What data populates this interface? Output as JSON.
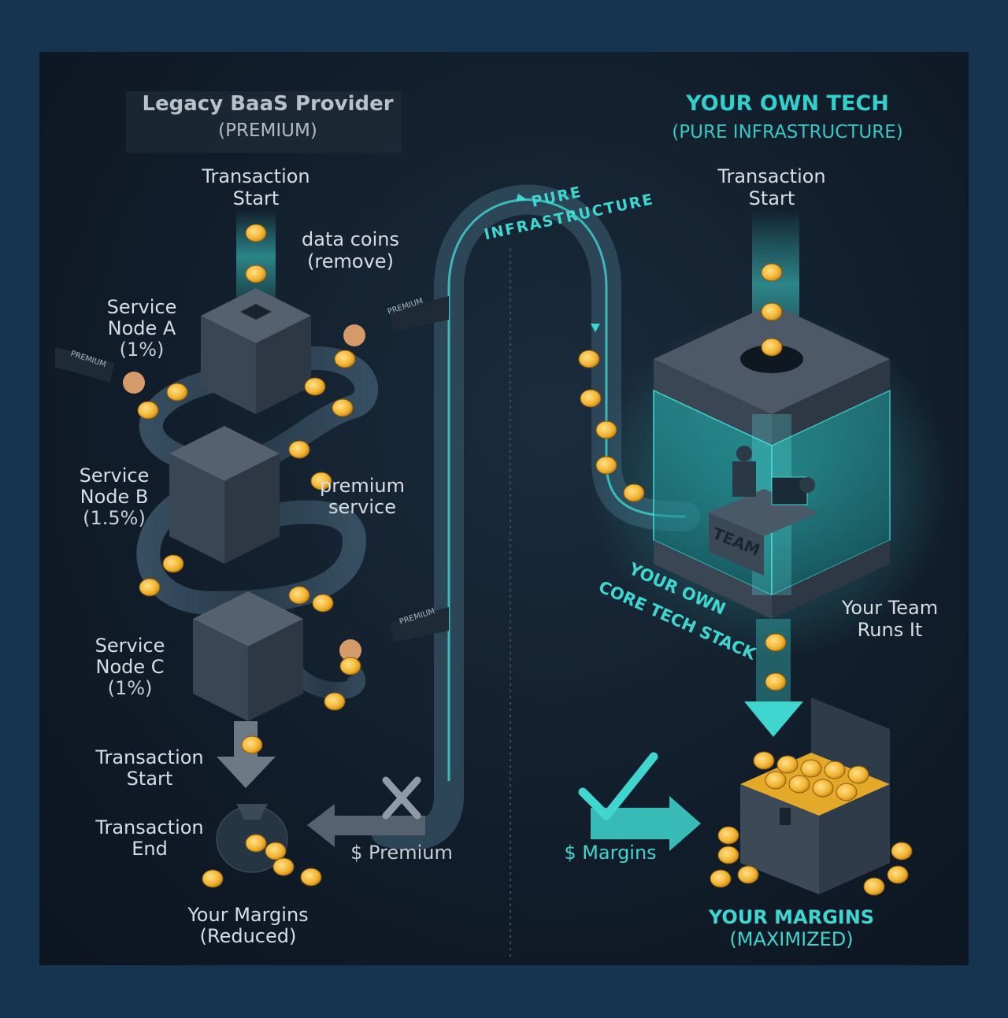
{
  "left_header": {
    "title": "Legacy BaaS Provider",
    "subtitle": "(PREMIUM)"
  },
  "right_header": {
    "title": "YOUR OWN TECH",
    "subtitle": "(PURE INFRASTRUCTURE)"
  },
  "arc_label": "PURE INFRASTRUCTURE",
  "left": {
    "start_line1": "Transaction",
    "start_line2": "Start",
    "coins_line1": "data coins",
    "coins_line2": "(remove)",
    "node_a": {
      "line1": "Service",
      "line2": "Node A",
      "fee": "(1%)"
    },
    "node_b": {
      "line1": "Service",
      "line2": "Node B",
      "fee": "(1.5%)"
    },
    "node_c": {
      "line1": "Service",
      "line2": "Node C",
      "fee": "(1%)"
    },
    "premium_service_line1": "premium",
    "premium_service_line2": "service",
    "premium_tag": "PREMIUM",
    "bottom_start_line1": "Transaction",
    "bottom_start_line2": "Start",
    "end_line1": "Transaction",
    "end_line2": "End",
    "margins_line1": "Your Margins",
    "margins_line2": "(Reduced)",
    "premium_cost": "$ Premium"
  },
  "right": {
    "start_line1": "Transaction",
    "start_line2": "Start",
    "team_sign": "TEAM",
    "stack_line1": "YOUR OWN",
    "stack_line2": "CORE TECH STACK",
    "team_runs_line1": "Your Team",
    "team_runs_line2": "Runs It",
    "margins_tag": "$ Margins",
    "margins_line1": "YOUR MARGINS",
    "margins_line2": "(MAXIMIZED)"
  },
  "colors": {
    "frame": "#16334f",
    "teal": "#3fd6d0",
    "gold": "#f2b533",
    "server": "#3a4654",
    "cross": "#8f9ba8"
  }
}
